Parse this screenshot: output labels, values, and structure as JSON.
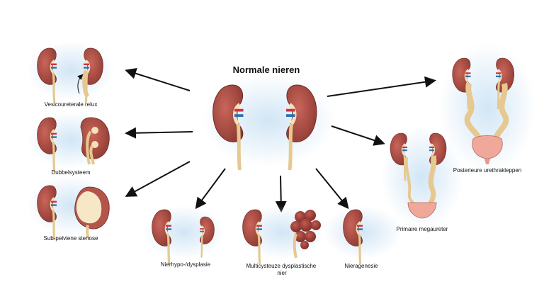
{
  "title": "Normale nieren",
  "labels": {
    "vur": "Vesicoureterale relux",
    "duplex": "Dubbelsysteem",
    "upj": "Sub-pelviene stenose",
    "hypo": "Nierhypo-/dysplasie",
    "mcdk": "Multicysteuze dysplastische nier",
    "agenesis": "Nieragenesie",
    "megaureter": "Primaire megaureter",
    "puv": "Posterieure urethrakleppen"
  },
  "colors": {
    "kidney": "#a8463e",
    "kidney_light": "#d8867a",
    "pelvis": "#f3e1b8",
    "ureter": "#e6c890",
    "vessel_red": "#d0323a",
    "vessel_blue": "#2f6fb0",
    "glow": "#cfe4f5",
    "arrow": "#111111",
    "bladder": "#f0a89a"
  }
}
